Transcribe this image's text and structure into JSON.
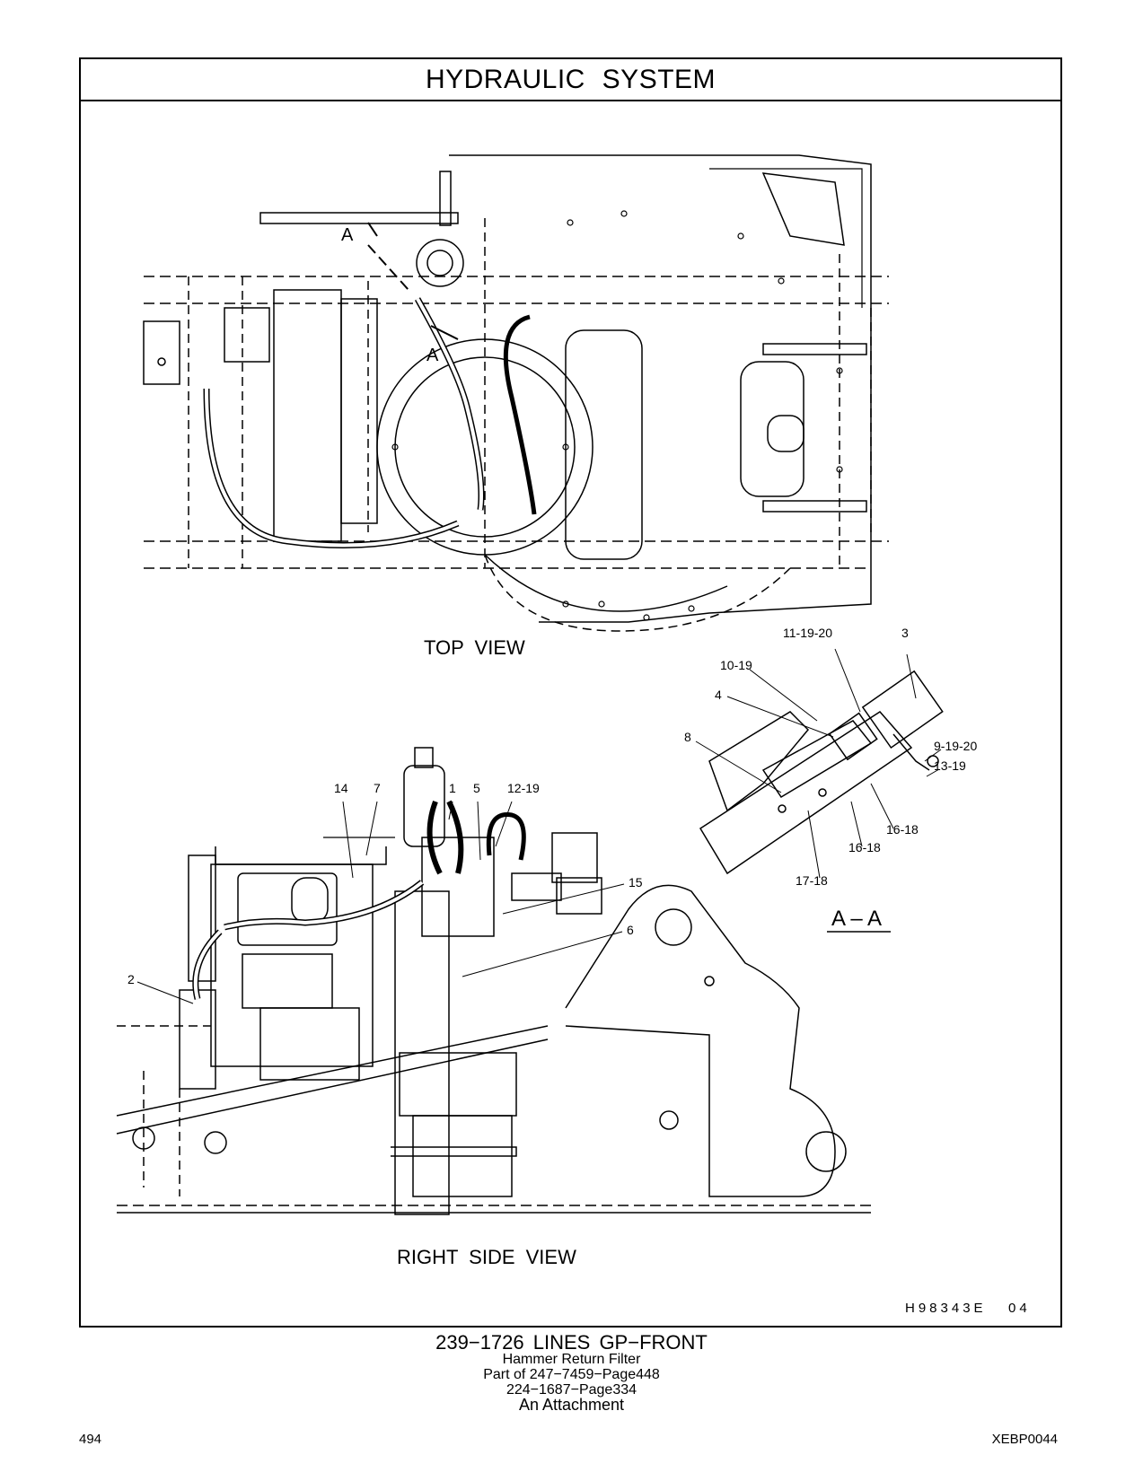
{
  "header": {
    "title": "HYDRAULIC SYSTEM"
  },
  "views": {
    "top_view_label": "TOP VIEW",
    "right_side_view_label": "RIGHT SIDE VIEW",
    "section_label": "A – A",
    "section_marker": "A"
  },
  "callouts": {
    "aa": [
      "11-19-20",
      "3",
      "10-19",
      "4",
      "8",
      "9-19-20",
      "13-19",
      "16-18",
      "16-18",
      "17-18"
    ],
    "side": [
      "14",
      "7",
      "1",
      "5",
      "12-19",
      "15",
      "6",
      "2"
    ]
  },
  "drawing_id": "H98343E   04",
  "caption": {
    "main": "239−1726  LINES GP−FRONT",
    "line2": "Hammer  Return  Filter",
    "line3": "Part of 247−7459−Page448",
    "line4": "224−1687−Page334",
    "line5": "An Attachment"
  },
  "footer": {
    "page_number": "494",
    "doc_id": "XEBP0044"
  }
}
